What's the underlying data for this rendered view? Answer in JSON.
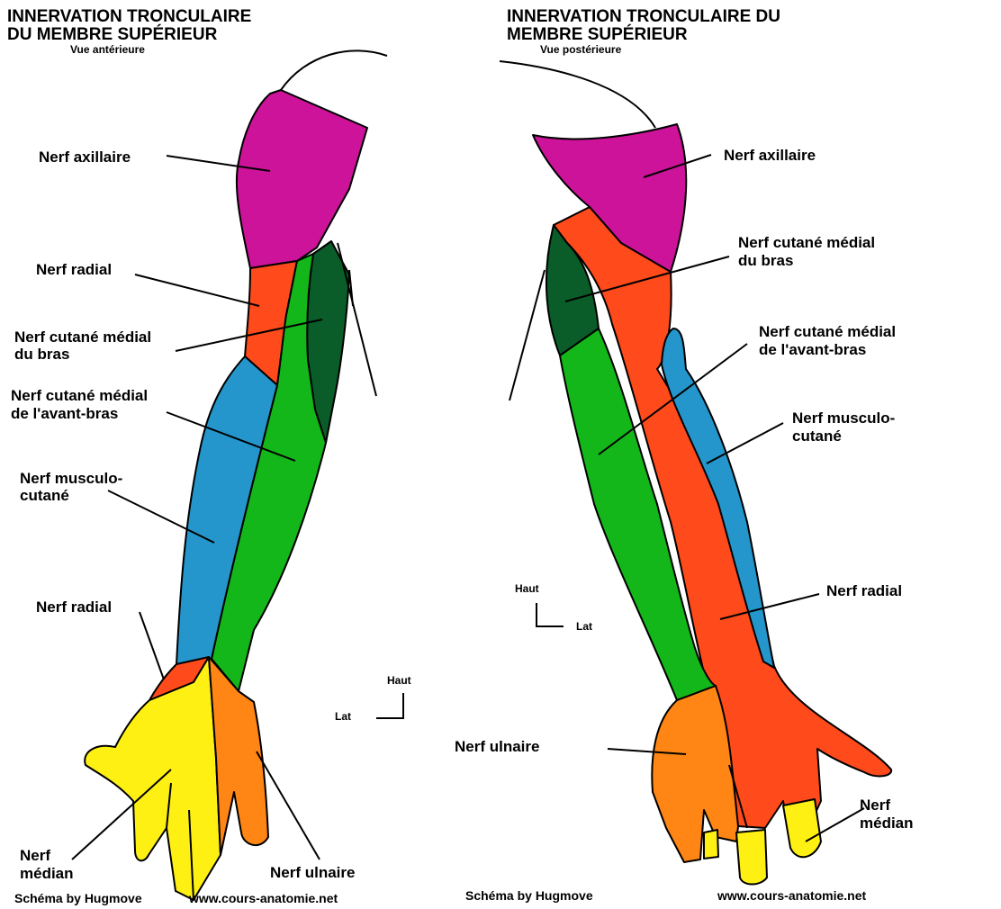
{
  "anterior": {
    "title_line1": "INNERVATION TRONCULAIRE",
    "title_line2": "DU MEMBRE SUPÉRIEUR",
    "subtitle": "Vue antérieure",
    "labels": {
      "axillaire": "Nerf axillaire",
      "radial_arm": "Nerf radial",
      "cutane_bras_1": "Nerf cutané médial",
      "cutane_bras_2": "du bras",
      "cutane_avant_bras_1": "Nerf cutané médial",
      "cutane_avant_bras_2": "de l'avant-bras",
      "musculo_1": "Nerf musculo-",
      "musculo_2": "cutané",
      "radial_hand": "Nerf radial",
      "median_1": "Nerf",
      "median_2": "médian",
      "ulnaire": "Nerf ulnaire"
    },
    "orientation": {
      "up": "Haut",
      "side": "Lat"
    },
    "credit": "Schéma by Hugmove",
    "website": "www.cours-anatomie.net"
  },
  "posterior": {
    "title_line1": "INNERVATION TRONCULAIRE DU",
    "title_line2": "MEMBRE SUPÉRIEUR",
    "subtitle": "Vue postérieure",
    "labels": {
      "axillaire": "Nerf axillaire",
      "cutane_bras_1": "Nerf cutané médial",
      "cutane_bras_2": "du bras",
      "cutane_avant_bras_1": "Nerf cutané médial",
      "cutane_avant_bras_2": "de l'avant-bras",
      "musculo_1": "Nerf musculo-",
      "musculo_2": "cutané",
      "radial": "Nerf radial",
      "ulnaire": "Nerf ulnaire",
      "median_1": "Nerf",
      "median_2": "médian"
    },
    "orientation": {
      "up": "Haut",
      "side": "Lat"
    },
    "credit": "Schéma by Hugmove",
    "website": "www.cours-anatomie.net"
  },
  "colors": {
    "axillaire": "#CC1399",
    "radial": "#FF4A1C",
    "cutane_bras": "#0A5C29",
    "cutane_avant_bras": "#14B71A",
    "musculo_cutane": "#2496CC",
    "median": "#FFF014",
    "ulnaire": "#FF8514"
  }
}
